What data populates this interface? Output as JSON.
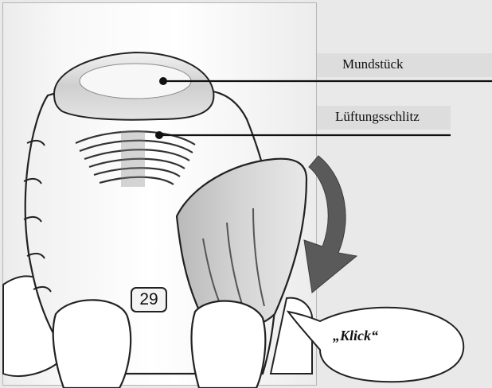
{
  "labels": {
    "mouthpiece": "Mundstück",
    "vent": "Lüftungsschlitz",
    "click": "„Klick“"
  },
  "counter": "29",
  "colors": {
    "background": "#e9e9e9",
    "line": "#111111",
    "arrow": "#5a5a5a",
    "cover_shade": "#c8c8c8"
  },
  "icons": {
    "motion_arrow": "curved-arrow-down-icon"
  }
}
